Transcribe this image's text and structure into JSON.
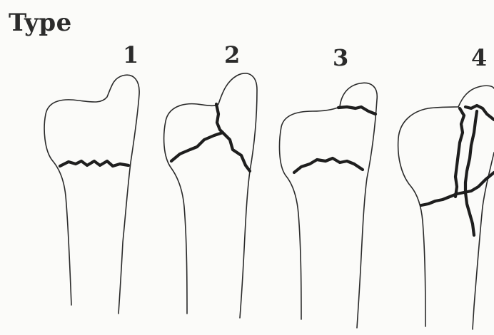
{
  "heading": "Type",
  "types": [
    {
      "label": "1"
    },
    {
      "label": "2"
    },
    {
      "label": "3"
    },
    {
      "label": "4"
    }
  ],
  "colors": {
    "line": "#2a2a2a",
    "fracture": "#1e1e1e",
    "background": "#fbfbf9"
  }
}
